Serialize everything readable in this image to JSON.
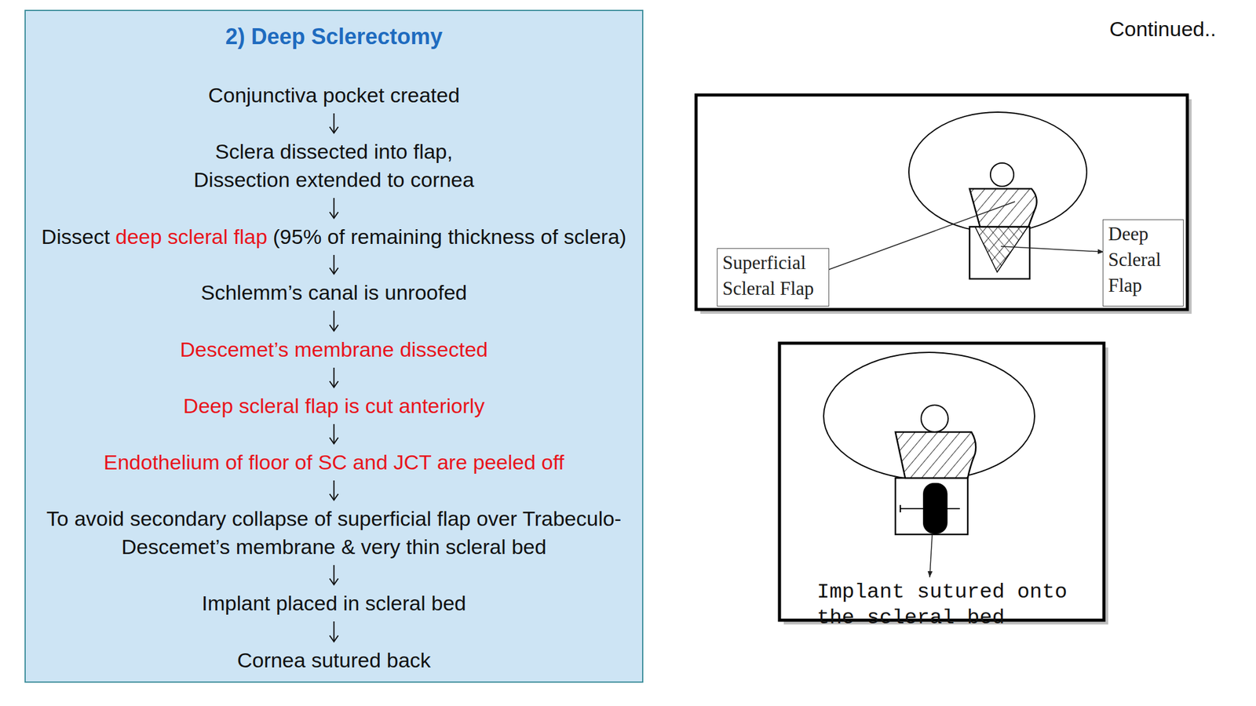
{
  "diagram": {
    "nodes": [
      {
        "text": [
          "2) Deep Sclerectomy"
        ]
      },
      {
        "text": [
          "Conjunctiva pocket created"
        ],
        "in": 0
      },
      {
        "text": [
          "Sclera dissected into flap, Dissection extended to cornea"
        ],
        "in": 0
      },
      {
        "text": [
          "Dissect",
          "deep scleral flap",
          "(95% of remaining thickness of sclera)"
        ],
        "in": 0
      },
      {
        "text": [
          "Schlemm’s canal is unroofed"
        ],
        "in": 0
      },
      {
        "text": [
          "Descemet’s membrane dissected"
        ],
        "in": 0
      },
      {
        "text": [
          "Deep scleral flap is cut anteriorly"
        ],
        "in": 0
      },
      {
        "text": [
          "Endothelium of floor of SC and JCT are peeled off"
        ],
        "in": 0
      },
      {
        "text": [
          "To avoid secondary collapse of superficial flap over Trabeculo- Descemet’s membrane & very thin scleral bed"
        ],
        "in": 0
      },
      {
        "text": [
          "Implant placed in scleral bed"
        ],
        "in": 0
      },
      {
        "text": [
          "Cornea sutured back"
        ],
        "in": 0
      },
      {
        "text": [
          "Superficial Scleral Flap"
        ]
      },
      {
        "text": [
          "Deep Scleral Flap"
        ]
      }
    ],
    "edges": [
      {
        "from": 1,
        "to": 2,
        "arrow": "to"
      },
      {
        "from": 2,
        "to": 3,
        "arrow": "to"
      },
      {
        "from": 3,
        "to": 4,
        "arrow": "to"
      },
      {
        "from": 4,
        "to": 5,
        "arrow": "to"
      },
      {
        "from": 5,
        "to": 6,
        "arrow": "to"
      },
      {
        "from": 6,
        "to": 7,
        "arrow": "to"
      },
      {
        "from": 7,
        "to": 8,
        "arrow": "to"
      },
      {
        "from": 8,
        "to": 9,
        "arrow": "to"
      },
      {
        "from": 9,
        "to": 10,
        "arrow": "to"
      }
    ],
    "labels": [
      "Continued..",
      "Implant sutured onto the scleral bed"
    ]
  }
}
